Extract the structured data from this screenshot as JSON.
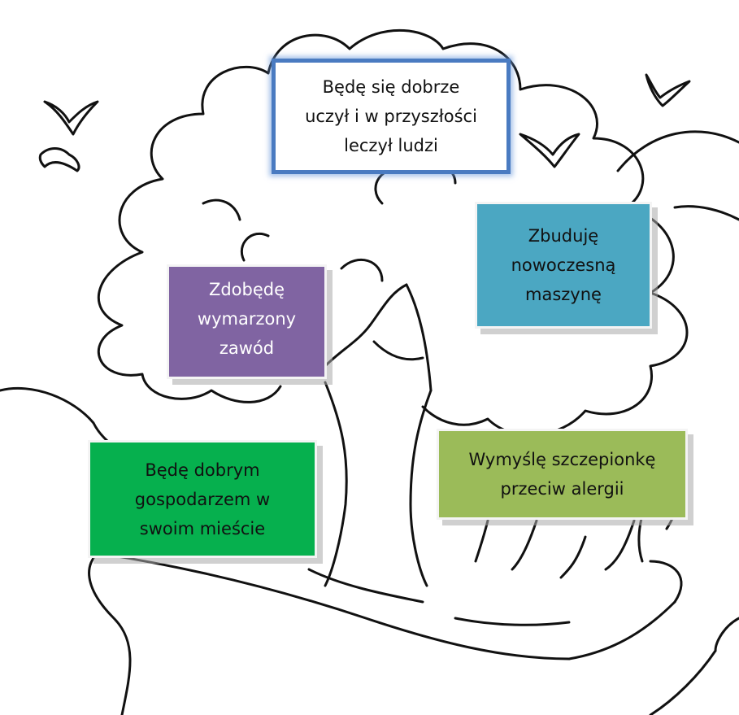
{
  "boxes": {
    "top": "Będę się dobrze\nuczył i w przyszłości\nleczył ludzi",
    "right": "Zbuduję\nnowoczesną\nmaszynę",
    "left": "Zdobędę\nwymarzony\nzawód",
    "bottom_left": "Będę dobrym\ngospodarzem w\nswoim mieście",
    "bottom_right": "Wymyślę szczepionkę\nprzeciw  alergii"
  },
  "colors": {
    "top_fill": "#ffffff",
    "top_border": "#4a7bc1",
    "right_fill": "#4ba7c2",
    "left_fill": "#8064a2",
    "bottom_left_fill": "#06b04e",
    "bottom_right_fill": "#9bbb59"
  },
  "icons": [
    "tree-icon",
    "hand-icon",
    "bird-icon",
    "cloud-icon"
  ]
}
